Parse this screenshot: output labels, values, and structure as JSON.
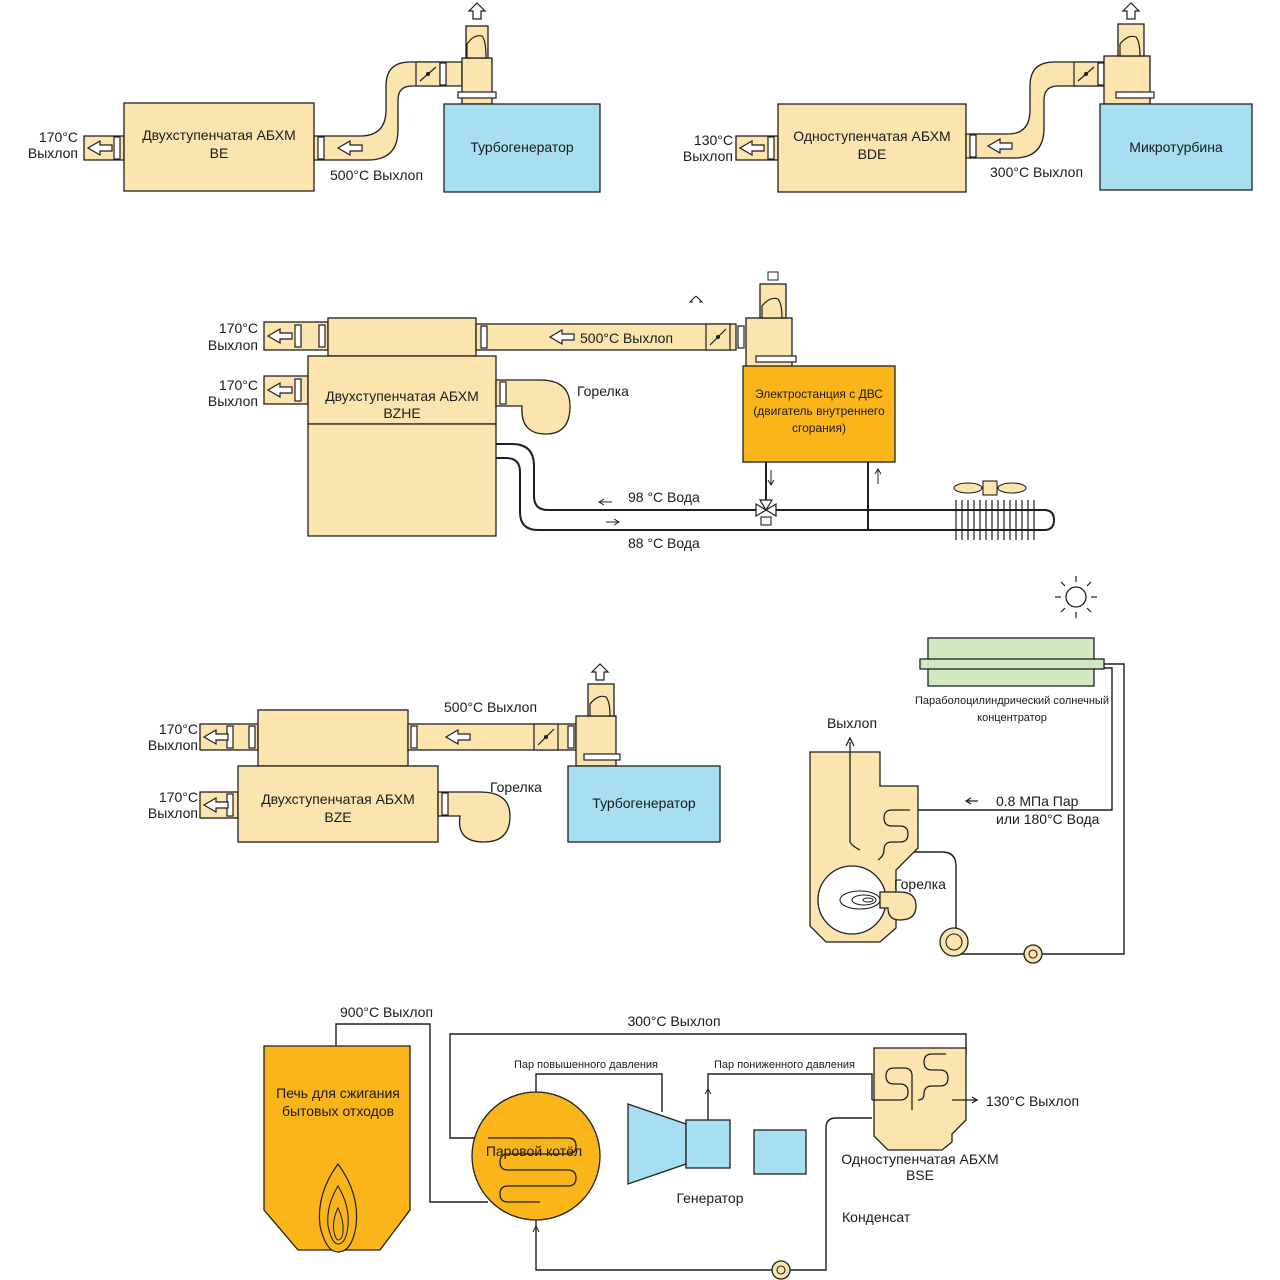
{
  "colors": {
    "beige": "#fbe4ae",
    "blue": "#a7def0",
    "orange": "#f9b51a",
    "green": "#d2e8c0",
    "line": "#1f1f1f"
  },
  "icons": [
    "exhaust-arrow-icon",
    "damper-valve-icon",
    "chimney-icon",
    "sun-icon",
    "fan-icon",
    "pump-icon",
    "three-way-valve-icon",
    "flame-icon"
  ],
  "d1": {
    "exhaust_temp": "170°C",
    "exhaust_word": "Выхлоп",
    "chiller_line1": "Двухступенчатая АБХМ",
    "chiller_line2": "BE",
    "pipe_label": "500°C Выхлоп",
    "generator": "Турбогенератор"
  },
  "d2": {
    "exhaust_temp": "130°C",
    "exhaust_word": "Выхлоп",
    "chiller_line1": "Одноступенчатая АБХМ",
    "chiller_line2": "BDE",
    "pipe_label": "300°C Выхлоп",
    "generator": "Микротурбина"
  },
  "d3": {
    "exhaust_temp_1": "170°C",
    "exhaust_word_1": "Выхлоп",
    "exhaust_temp_2": "170°C",
    "exhaust_word_2": "Выхлоп",
    "chiller_line1": "Двухступенчатая АБХМ",
    "chiller_line2": "BZHE",
    "burner": "Горелка",
    "pipe_label": "500°C Выхлоп",
    "plant_line1": "Электростанция с ДВС",
    "plant_line2": "(двигатель внутреннего",
    "plant_line3": "сгорания)",
    "water_hot": "98 °C Вода",
    "water_cold": "88 °C Вода"
  },
  "d4": {
    "exhaust_temp_1": "170°C",
    "exhaust_word_1": "Выхлоп",
    "exhaust_temp_2": "170°C",
    "exhaust_word_2": "Выхлоп",
    "chiller_line1": "Двухступенчатая АБХМ",
    "chiller_line2": "BZE",
    "burner": "Горелка",
    "pipe_label": "500°C Выхлоп",
    "generator": "Турбогенератор"
  },
  "d5": {
    "collector_line1": "Параболоцилиндрический солнечный",
    "collector_line2": "концентратор",
    "exhaust": "Выхлоп",
    "steam_line1": "0.8 МПа Пар",
    "steam_line2": "или 180°C Вода",
    "burner": "Горелка"
  },
  "d6": {
    "exhaust_900": "900°C Выхлоп",
    "exhaust_300": "300°C Выхлоп",
    "furnace_line1": "Печь для сжигания",
    "furnace_line2": "бытовых отходов",
    "steam_high": "Пар повышенного давления",
    "steam_low": "Пар пониженного давления",
    "boiler": "Паровой котёл",
    "generator": "Генератор",
    "chiller_line1": "Одноступенчатая АБХМ",
    "chiller_line2": "BSE",
    "exhaust_130": "130°C Выхлоп",
    "condensate": "Конденсат"
  }
}
